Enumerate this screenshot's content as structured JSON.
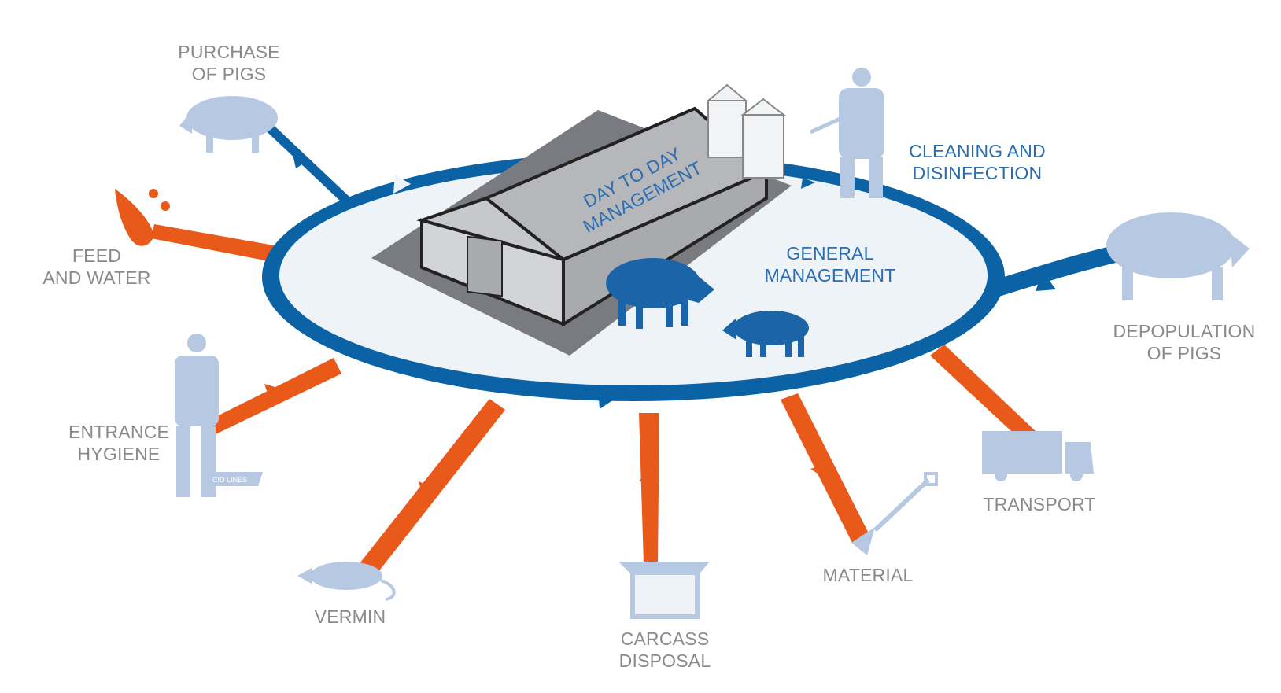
{
  "colors": {
    "ring": "#0b63a6",
    "inner": "#eef3f8",
    "orange": "#e8591a",
    "silhouette": "#b7c9e2",
    "pig_dark": "#1b64a8",
    "label_grey": "#8a8a8a",
    "label_blue": "#2a6db1"
  },
  "labels": {
    "purchase": "PURCHASE\nOF PIGS",
    "feed": "FEED\nAND WATER",
    "entrance": "ENTRANCE\nHYGIENE",
    "vermin": "VERMIN",
    "carcass": "CARCASS\nDISPOSAL",
    "material": "MATERIAL",
    "transport": "TRANSPORT",
    "depopulation": "DEPOPULATION\nOF PIGS",
    "cleaning": "CLEANING AND\nDISINFECTION",
    "general": "GENERAL\nMANAGEMENT",
    "day_to_day": "DAY TO DAY\nMANAGEMENT"
  },
  "logo_text": "CID LINES",
  "icons": [
    "pig-icon",
    "flame-icon",
    "water-drops-icon",
    "person-icon",
    "rat-icon",
    "carcass-box-icon",
    "shovel-icon",
    "truck-icon",
    "farmer-spraying-icon",
    "barn-icon",
    "silo-icon"
  ]
}
